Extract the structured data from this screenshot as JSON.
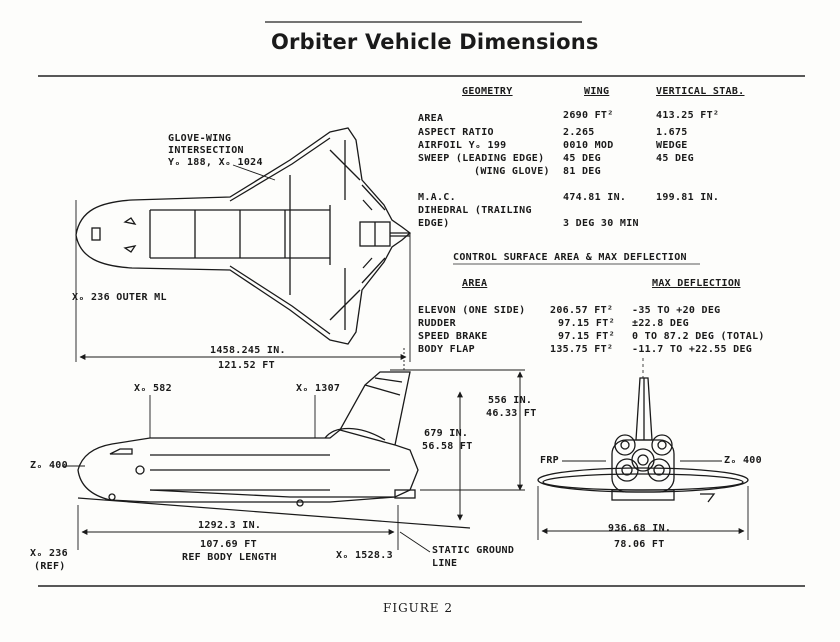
{
  "title": "Orbiter Vehicle Dimensions",
  "figure_caption": "FIGURE 2",
  "geometry_table": {
    "headers": {
      "col1": "GEOMETRY",
      "col2": "WING",
      "col3": "VERTICAL STAB."
    },
    "rows": [
      {
        "label": "AREA",
        "wing": "2690 FT²",
        "stab": "413.25 FT²"
      },
      {
        "label": "ASPECT RATIO",
        "wing": "2.265",
        "stab": "1.675"
      },
      {
        "label": "AIRFOIL Yₒ 199",
        "wing": "0010 MOD",
        "stab": "WEDGE"
      },
      {
        "label": "SWEEP (LEADING EDGE)",
        "wing": "45 DEG",
        "stab": "45 DEG"
      },
      {
        "label": "(WING GLOVE)",
        "wing": "81 DEG",
        "stab": ""
      },
      {
        "label": "M.A.C.",
        "wing": "474.81 IN.",
        "stab": "199.81 IN."
      },
      {
        "label": "DIHEDRAL (TRAILING",
        "wing": "",
        "stab": ""
      },
      {
        "label": "EDGE)",
        "wing": "3 DEG 30 MIN",
        "stab": ""
      }
    ]
  },
  "control_table": {
    "title": "CONTROL SURFACE AREA & MAX DEFLECTION",
    "headers": {
      "col1": "AREA",
      "col2": "MAX DEFLECTION"
    },
    "rows": [
      {
        "label": "ELEVON (ONE SIDE)",
        "area": "206.57 FT²",
        "deflection": "-35 TO +20 DEG"
      },
      {
        "label": "RUDDER",
        "area": "97.15 FT²",
        "deflection": "±22.8 DEG"
      },
      {
        "label": "SPEED BRAKE",
        "area": "97.15 FT²",
        "deflection": "0 TO 87.2 DEG (TOTAL)"
      },
      {
        "label": "BODY FLAP",
        "area": "135.75 FT²",
        "deflection": "-11.7 TO +22.55 DEG"
      }
    ]
  },
  "top_view_labels": {
    "glove_wing_1": "GLOVE-WING",
    "glove_wing_2": "INTERSECTION",
    "glove_wing_3": "Yₒ 188, Xₒ 1024",
    "outer_ml": "Xₒ 236 OUTER ML",
    "length_in": "1458.245 IN.",
    "length_ft": "121.52 FT"
  },
  "side_view_labels": {
    "x582": "Xₒ 582",
    "x1307": "Xₒ 1307",
    "z400": "Zₒ 400",
    "h556_in": "556 IN.",
    "h556_ft": "46.33 FT",
    "h679_in": "679 IN.",
    "h679_ft": "56.58 FT",
    "x236_ref": "Xₒ 236",
    "ref": "(REF)",
    "body_in": "1292.3 IN.",
    "body_ft": "107.69 FT",
    "body_label": "REF BODY LENGTH",
    "x1528": "Xₒ 1528.3",
    "ground_1": "STATIC GROUND",
    "ground_2": "LINE"
  },
  "front_view_labels": {
    "frp": "FRP",
    "z400": "Zₒ 400",
    "span_in": "936.68 IN.",
    "span_ft": "78.06 FT"
  }
}
